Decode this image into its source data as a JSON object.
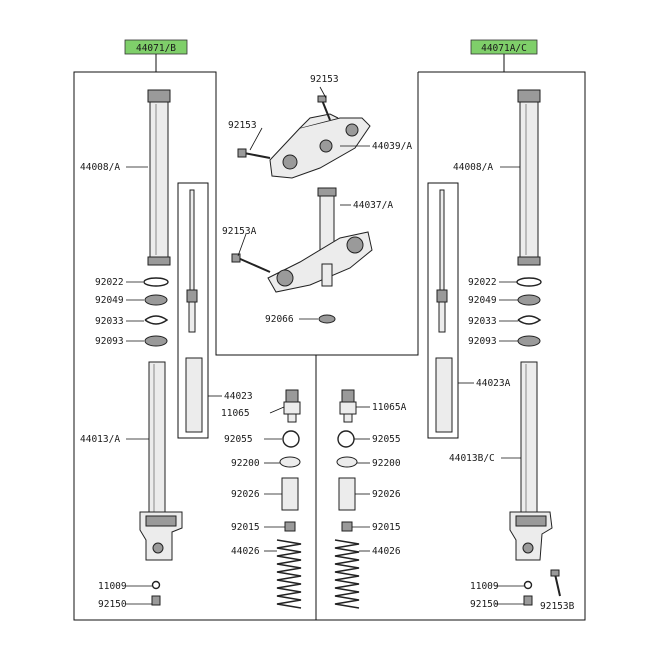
{
  "assemblies": {
    "left": "44071/B",
    "right": "44071A/C"
  },
  "colors": {
    "assembly_tag": "#7fcf6a",
    "line": "#111111",
    "part_fill": "#ececec",
    "part_shade": "#9a9a9a"
  },
  "labels": {
    "l_44008": "44008/A",
    "l_92022": "92022",
    "l_92049": "92049",
    "l_92033": "92033",
    "l_92093": "92093",
    "l_44013": "44013/A",
    "l_11009": "11009",
    "l_92150": "92150",
    "l_44023": "44023",
    "l_11065": "11065",
    "l_92055": "92055",
    "c_92153a": "92153",
    "c_92153b": "92153",
    "c_44039": "44039/A",
    "c_44037": "44037/A",
    "c_92153A": "92153A",
    "c_92066": "92066",
    "lc_92200": "92200",
    "lc_92026": "92026",
    "lc_92015": "92015",
    "lc_44026": "44026",
    "rc_11065A": "11065A",
    "rc_92055": "92055",
    "rc_92200": "92200",
    "rc_92026": "92026",
    "rc_92015": "92015",
    "rc_44026": "44026",
    "r_44008": "44008/A",
    "r_92022": "92022",
    "r_92049": "92049",
    "r_92033": "92033",
    "r_92093": "92093",
    "r_44023A": "44023A",
    "r_44013": "44013B/C",
    "r_11009": "11009",
    "r_92150": "92150",
    "r_92153B": "92153B"
  }
}
